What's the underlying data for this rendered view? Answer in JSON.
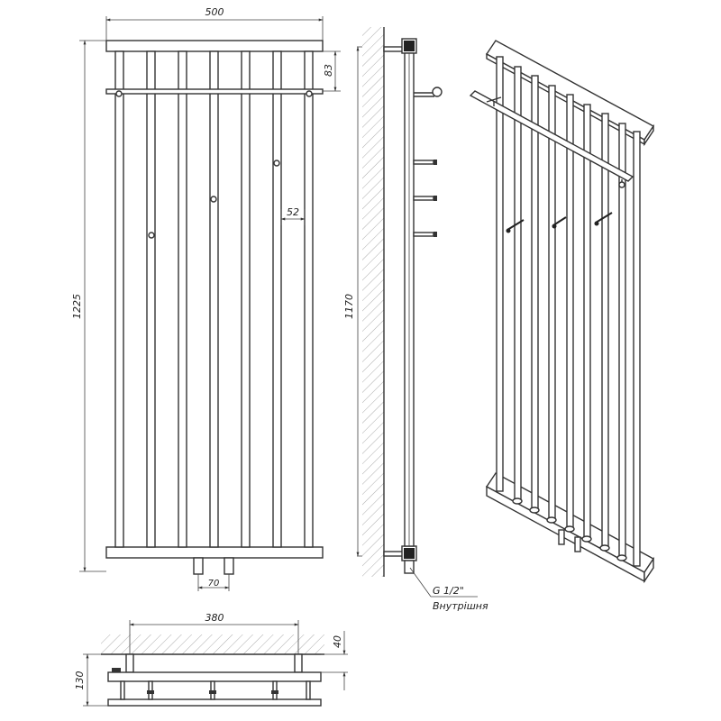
{
  "dimensions": {
    "width_label": "500",
    "top_offset_label": "83",
    "tube_spacing_label": "52",
    "overall_height_label": "1225",
    "connection_spacing_label": "70",
    "mount_height_label": "1170",
    "bracket_spacing_label": "380",
    "wall_gap_label": "40",
    "depth_label": "130"
  },
  "connection": {
    "thread_label": "G 1/2\"",
    "thread_note": "Внутрішня"
  }
}
